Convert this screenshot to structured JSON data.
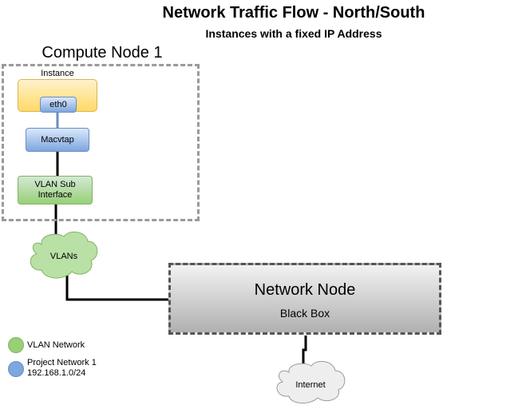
{
  "title": "Network Traffic Flow - North/South",
  "subtitle": "Instances with a fixed IP Address",
  "compute_node": {
    "label": "Compute Node 1",
    "instance_label": "Instance",
    "eth0": "eth0",
    "macvtap": "Macvtap",
    "vlan_sub_interface": "VLAN Sub\nInterface"
  },
  "vlans_cloud": "VLANs",
  "network_node": {
    "title": "Network Node",
    "subtitle": "Black Box"
  },
  "internet_cloud": "Internet",
  "legend": [
    {
      "label": "VLAN Network",
      "color": "#97d077"
    },
    {
      "label": "Project Network 1",
      "sublabel": "192.168.1.0/24",
      "color": "#7ea6e0"
    }
  ],
  "colors": {
    "green": "#97d077",
    "blue": "#7ea6e0",
    "yellow": "#ffd966",
    "gray": "#b0b0b0"
  }
}
